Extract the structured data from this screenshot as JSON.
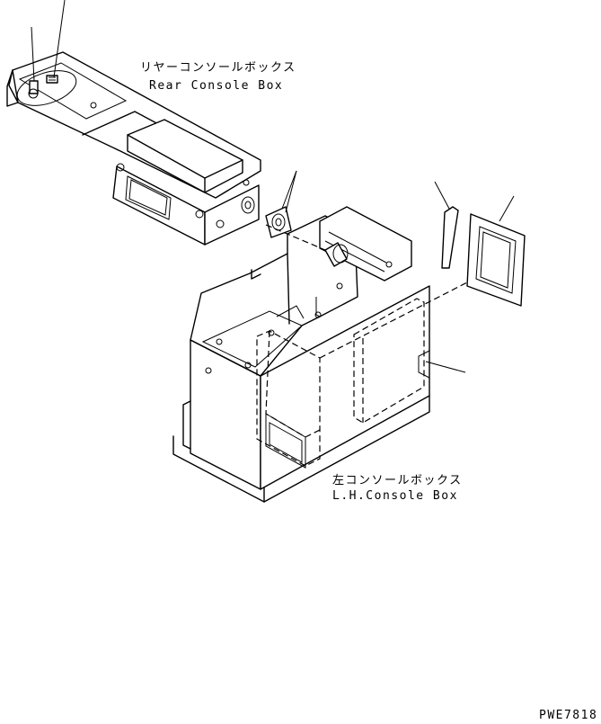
{
  "labels": {
    "rear_jp": "リヤーコンソールボックス",
    "rear_en": "Rear Console Box",
    "lh_jp": "左コンソールボックス",
    "lh_en": "L.H.Console Box",
    "code": "PWE7818"
  }
}
